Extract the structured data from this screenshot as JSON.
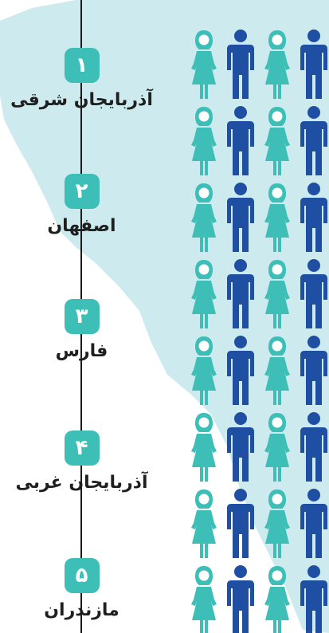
{
  "colors": {
    "teal": "#3dbfb8",
    "navy": "#1f4fa3",
    "map_fill": "#cdebee",
    "line": "#1a1a1a",
    "label_text": "#1f1f1f"
  },
  "ranks": [
    {
      "number": "۱",
      "name": "آذربایجان شرقی"
    },
    {
      "number": "۲",
      "name": "اصفهان"
    },
    {
      "number": "۳",
      "name": "فارس"
    },
    {
      "number": "۴",
      "name": "آذربایجان غربی"
    },
    {
      "number": "۵",
      "name": "مازندران"
    }
  ],
  "people_grid": {
    "rows": 8,
    "pattern": [
      "female",
      "male",
      "female",
      "male"
    ]
  }
}
